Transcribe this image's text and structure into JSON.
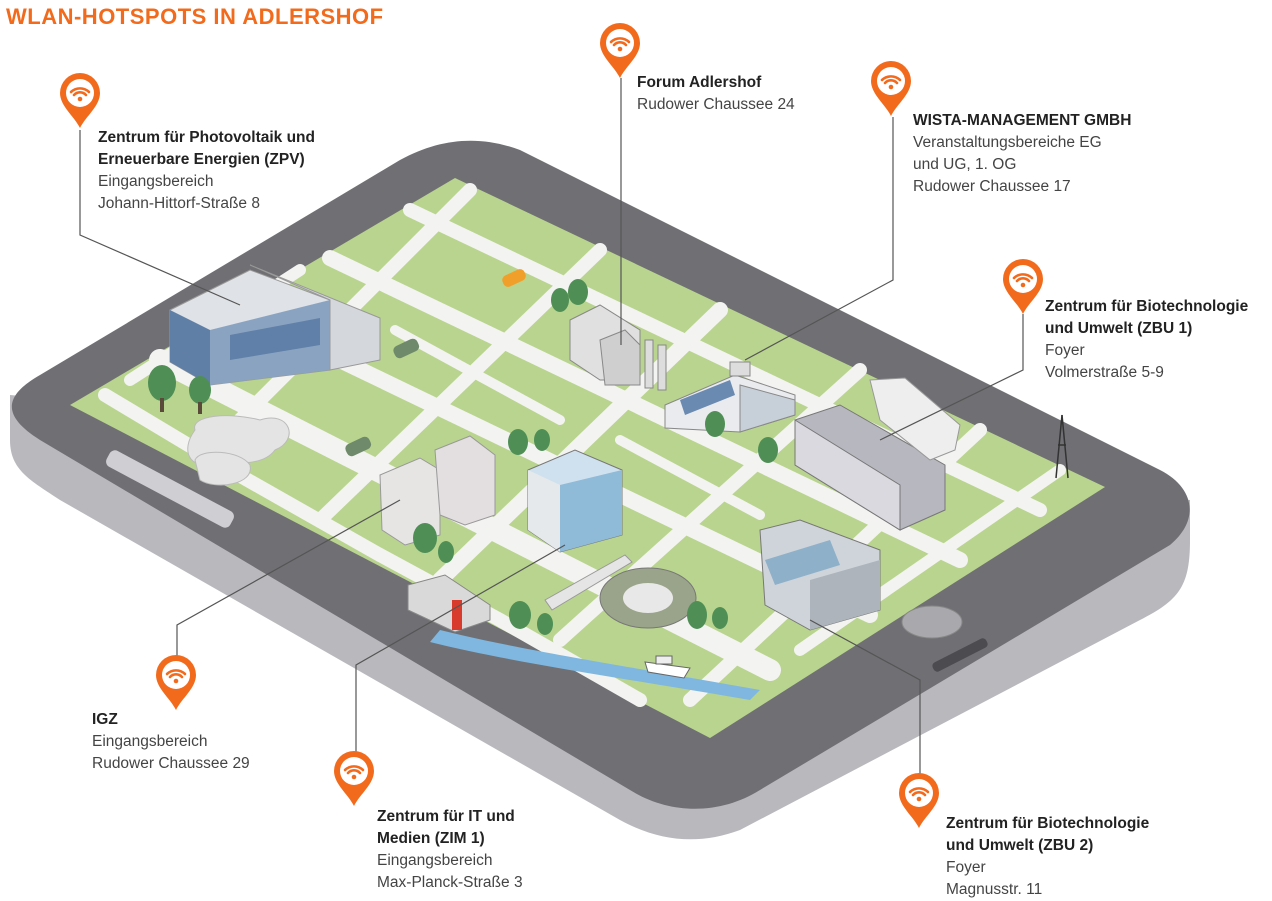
{
  "title": "WLAN-HOTSPOTS IN ADLERSHOF",
  "colors": {
    "accent": "#f26b1d",
    "tablet": "#6f6f73",
    "grass": "#b9d48e",
    "road": "#f2f2f2",
    "water": "#7fb7e0"
  },
  "icon": "wifi-pin-icon",
  "hotspots": [
    {
      "title": "Zentrum für Photovoltaik und",
      "title2": "Erneuerbare Energien (ZPV)",
      "lines": [
        "Eingangsbereich",
        "Johann-Hittorf-Straße 8"
      ]
    },
    {
      "title": "Forum Adlershof",
      "title2": "",
      "lines": [
        "Rudower Chaussee 24"
      ]
    },
    {
      "title": "WISTA-MANAGEMENT GMBH",
      "title2": "",
      "lines": [
        "Veranstaltungsbereiche EG",
        "und UG, 1. OG",
        "Rudower Chaussee 17"
      ]
    },
    {
      "title": "Zentrum für Biotechnologie",
      "title2": "und Umwelt (ZBU 1)",
      "lines": [
        "Foyer",
        "Volmerstraße 5-9"
      ]
    },
    {
      "title": "IGZ",
      "title2": "",
      "lines": [
        "Eingangsbereich",
        "Rudower Chaussee 29"
      ]
    },
    {
      "title": "Zentrum für IT und",
      "title2": "Medien (ZIM 1)",
      "lines": [
        "Eingangsbereich",
        "Max-Planck-Straße 3"
      ]
    },
    {
      "title": "Zentrum für Biotechnologie",
      "title2": "und Umwelt (ZBU 2)",
      "lines": [
        "Foyer",
        "Magnusstr. 11"
      ]
    }
  ]
}
